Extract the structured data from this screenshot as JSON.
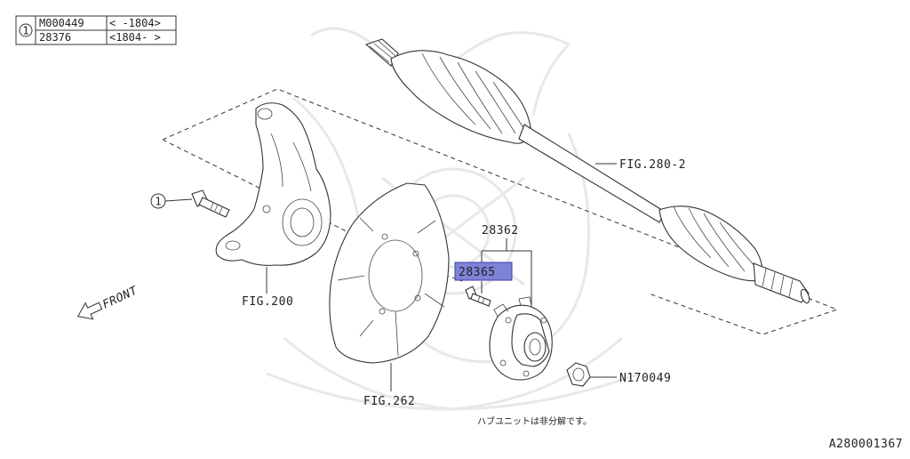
{
  "reference_table": {
    "callout": "1",
    "rows": [
      {
        "part": "M000449",
        "range": "< -1804>"
      },
      {
        "part": "28376",
        "range": "<1804- >"
      }
    ]
  },
  "bolt_callout": "1",
  "labels": {
    "fig_280_2": "FIG.280-2",
    "fig_200": "FIG.200",
    "fig_262": "FIG.262",
    "part_28362": "28362",
    "part_28365": "28365",
    "nut_n170049": "N170049",
    "front": "FRONT"
  },
  "note": "ハブユニットは非分解です。",
  "diagram_id": "A280001367",
  "colors": {
    "highlight": "#7f83d6",
    "line": "#333333",
    "watermark": "#e6e6e6"
  }
}
